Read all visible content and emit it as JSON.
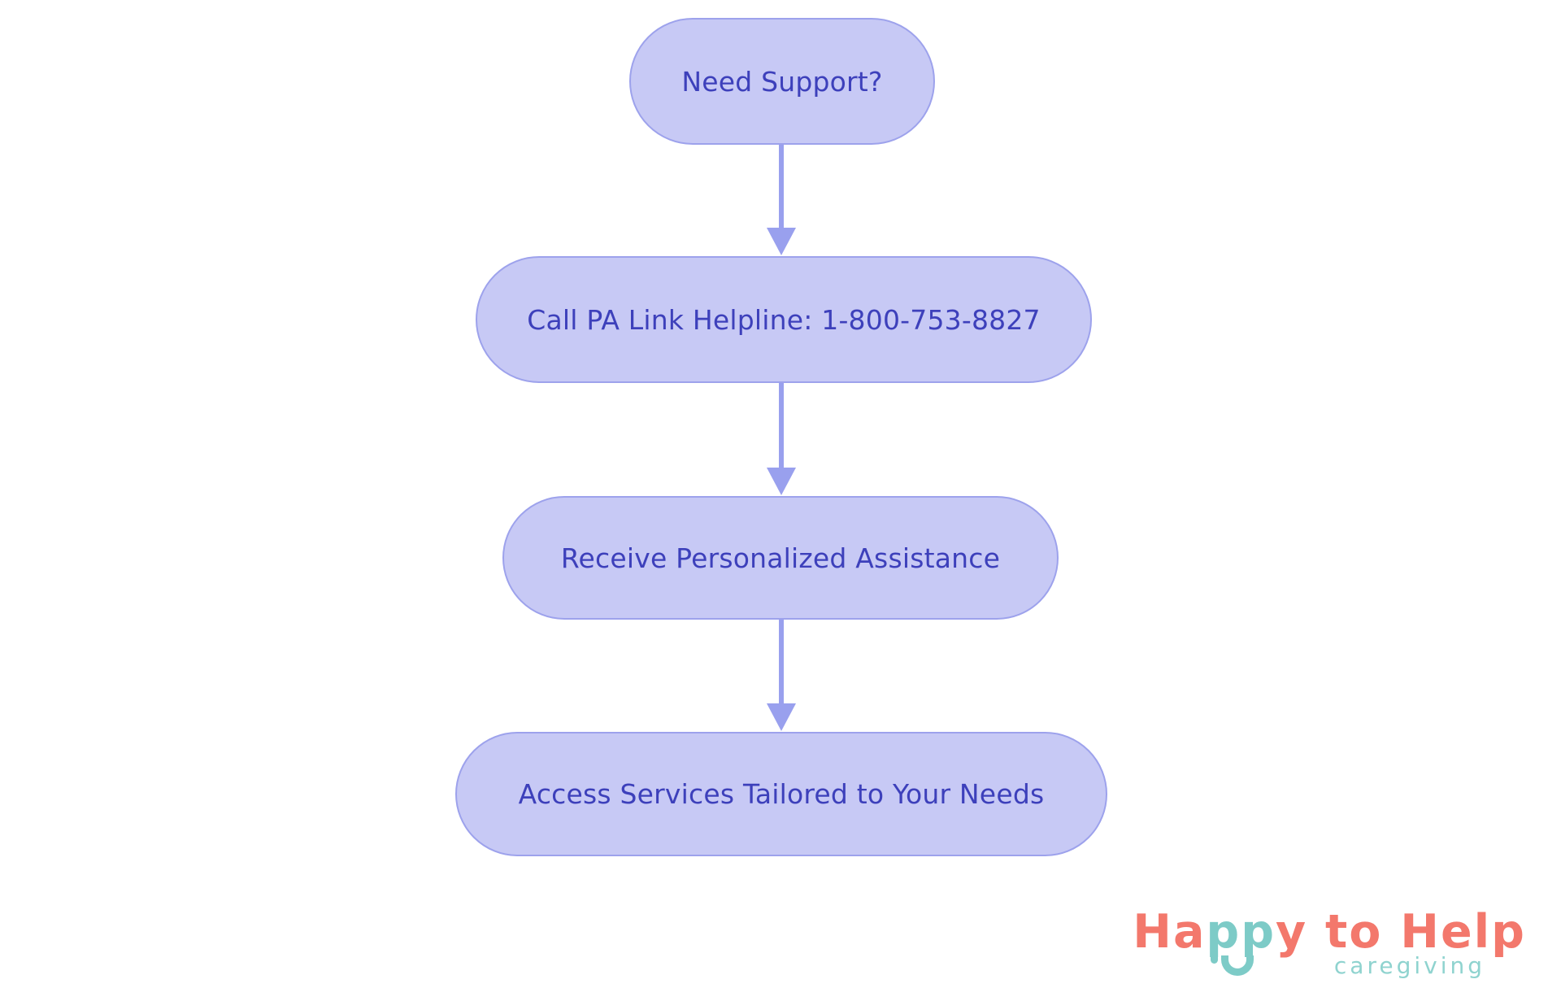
{
  "flowchart": {
    "type": "flowchart",
    "direction": "top-down",
    "nodes": [
      {
        "id": "need-support",
        "label": "Need Support?"
      },
      {
        "id": "call-helpline",
        "label": "Call PA Link Helpline: 1-800-753-8827"
      },
      {
        "id": "receive-assistance",
        "label": "Receive Personalized Assistance"
      },
      {
        "id": "access-services",
        "label": "Access Services Tailored to Your Needs"
      }
    ],
    "edges": [
      {
        "from": "need-support",
        "to": "call-helpline"
      },
      {
        "from": "call-helpline",
        "to": "receive-assistance"
      },
      {
        "from": "receive-assistance",
        "to": "access-services"
      }
    ],
    "colors": {
      "node_fill": "#c7c9f5",
      "node_border": "#9da2ec",
      "node_text": "#3d40bb",
      "arrow": "#99a0ee",
      "background": "#ffffff"
    }
  },
  "logo": {
    "wordmark_part1": "Ha",
    "wordmark_part2": "pp",
    "wordmark_part3": "y to Help",
    "tagline": "caregiving",
    "colors": {
      "coral": "#f3786c",
      "teal": "#7dcbc7",
      "tagline_teal": "#8fd3cf"
    }
  }
}
